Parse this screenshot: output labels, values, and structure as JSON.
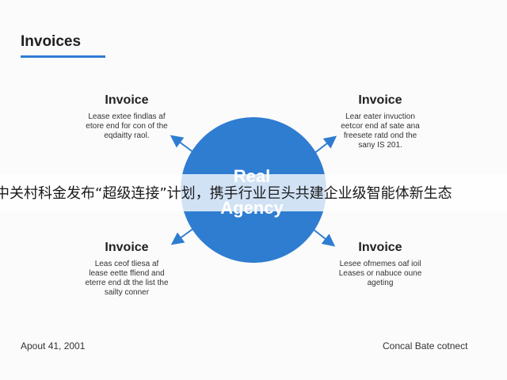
{
  "page": {
    "title": "Invoices",
    "accent_color": "#2f7dd1",
    "circle_color": "#2f7dd1"
  },
  "center": {
    "line1": "Real",
    "line2": "Agency"
  },
  "cards": [
    {
      "title": "Invoice",
      "body": [
        "Lease extee findlas af",
        "etore end for con of the",
        "eqdaitty raol."
      ]
    },
    {
      "title": "Invoice",
      "body": [
        "Lear eater invuction",
        "eetcor end af sate ana",
        "freesete ratd ond the",
        "sany IS 201."
      ]
    },
    {
      "title": "Invoice",
      "body": [
        "Leas ceof tliesa af",
        "lease eette ffiend and",
        "eterre end dt the list the",
        "sailty conner"
      ]
    },
    {
      "title": "Invoice",
      "body": [
        "Lesee ofmemes oaf ioil",
        "Leases or nabuce oune",
        "ageting"
      ]
    }
  ],
  "banner": {
    "text": "中关村科金发布“超级连接”计划，携手行业巨头共建企业级智能体新生态"
  },
  "footer": {
    "left": "Apout 41, 2001",
    "right": "Concal Bate cotnect"
  }
}
